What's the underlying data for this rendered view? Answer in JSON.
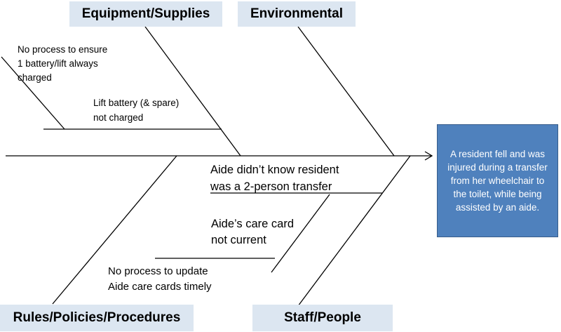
{
  "categories": {
    "equipment": "Equipment/Supplies",
    "environmental": "Environmental",
    "rules": "Rules/Policies/Procedures",
    "staff": "Staff/People"
  },
  "causes": {
    "battery_process": "No process to ensure\n1 battery/lift always\ncharged",
    "battery_charge": "Lift battery (& spare)\nnot charged",
    "aide_transfer": "Aide didn’t know resident\nwas a 2-person transfer",
    "care_card": "Aide’s care card\n not current",
    "update_process": "No process to update\nAide  care cards timely"
  },
  "effect": "A resident fell and was injured during a transfer from her wheelchair to the toilet, while being assisted by an aide.",
  "colors": {
    "category_bg": "#dce6f1",
    "effect_bg": "#4f81bd",
    "line": "#000000"
  }
}
